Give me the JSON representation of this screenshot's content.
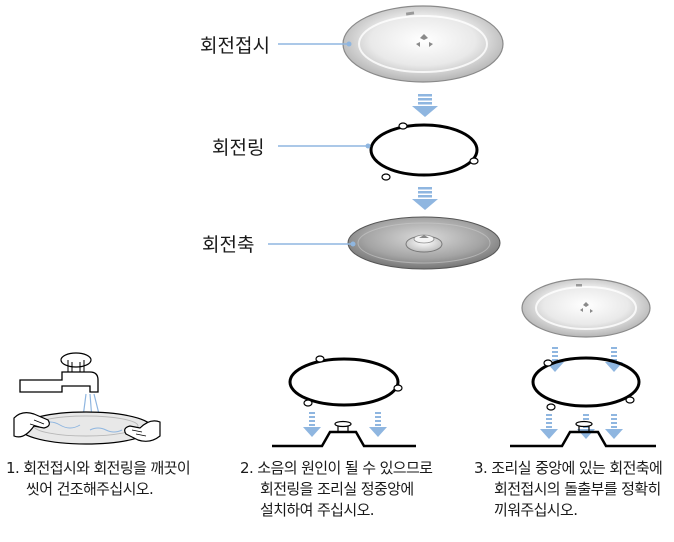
{
  "parts": {
    "turntable": "회전접시",
    "roller_ring": "회전링",
    "shaft": "회전축"
  },
  "steps": [
    {
      "number": "1.",
      "lines": [
        "회전접시와 회전링을 깨끗이",
        "씻어 건조해주십시오."
      ]
    },
    {
      "number": "2.",
      "lines": [
        "소음의 원인이 될 수 있으므로",
        "회전링을 조리실 정중앙에",
        "설치하여 주십시오."
      ]
    },
    {
      "number": "3.",
      "lines": [
        "조리실 중앙에 있는 회전축에",
        "회전접시의 돌출부를 정확히",
        "끼워주십시오."
      ]
    }
  ],
  "colors": {
    "arrow": "#8fb6e0",
    "leader": "#8fb6e0",
    "line": "#000000"
  }
}
